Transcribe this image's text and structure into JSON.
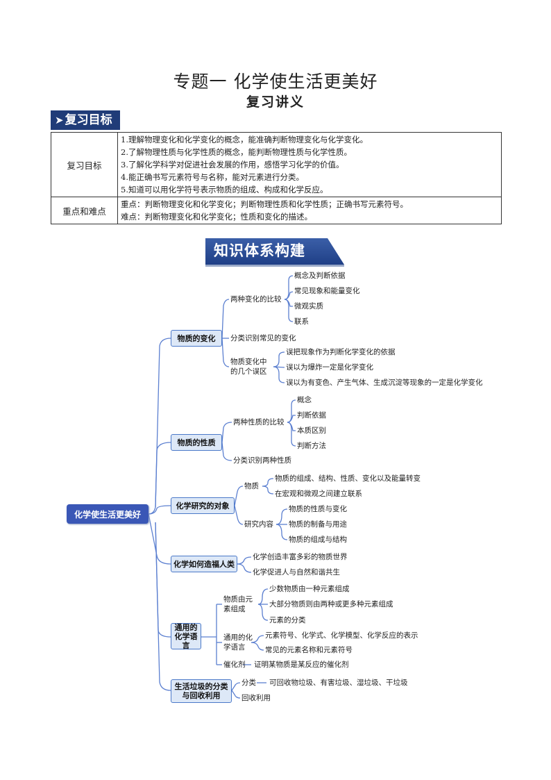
{
  "title": "专题一   化学使生活更美好",
  "subtitle": "复习讲义",
  "goals_banner": "复习目标",
  "goals_table": {
    "row1_header": "复习目标",
    "row1_items": [
      "1.理解物理变化和化学变化的概念，能准确判断物理变化与化学变化。",
      "2.了解物理性质与化学性质的概念，能判断物理性质与化学性质。",
      "3.了解化学科学对促进社会发展的作用，感悟学习化学的价值。",
      "4.能正确书写元素符号与名称，能对元素进行分类。",
      "5.知道可以用化学符号表示物质的组成、构成和化学反应。"
    ],
    "row2_header": "重点和难点",
    "row2_items": [
      "重点：判断物理变化和化学变化；判断物理性质和化学性质；正确书写元素符号。",
      "难点：判断物理变化和化学变化；性质和变化的描述。"
    ]
  },
  "knowledge_banner": "知识体系构建",
  "mindmap": {
    "root": "化学使生活更美好",
    "branches": [
      {
        "label": "物质的变化",
        "children": [
          {
            "label": "两种变化的比较",
            "items": [
              "概念及判断依据",
              "常见现象和能量变化",
              "微观实质",
              "联系"
            ]
          },
          {
            "label": "分类识别常见的变化"
          },
          {
            "label": "物质变化中的几个误区",
            "items": [
              "误把现象作为判断化学变化的依据",
              "误以为爆炸一定是化学变化",
              "误以为有变色、产生气体、生成沉淀等现象的一定是化学变化"
            ]
          }
        ]
      },
      {
        "label": "物质的性质",
        "children": [
          {
            "label": "两种性质的比较",
            "items": [
              "概念",
              "判断依据",
              "本质区别",
              "判断方法"
            ]
          },
          {
            "label": "分类识别两种性质"
          }
        ]
      },
      {
        "label": "化学研究的对象",
        "children": [
          {
            "label": "物质",
            "items": [
              "物质的组成、结构、性质、变化以及能量转变",
              "在宏观和微观之间建立联系"
            ]
          },
          {
            "label": "研究内容",
            "items": [
              "物质的性质与变化",
              "物质的制备与用途",
              "物质的组成与结构"
            ]
          }
        ]
      },
      {
        "label": "化学如何造福人类",
        "children": [
          {
            "label": "化学创造丰富多彩的物质世界"
          },
          {
            "label": "化学促进人与自然和谐共生"
          }
        ]
      },
      {
        "label": "通用的化学语言",
        "children": [
          {
            "label": "物质由元素组成",
            "items": [
              "少数物质由一种元素组成",
              "大部分物质则由两种或更多种元素组成",
              "元素的分类"
            ]
          },
          {
            "label": "通用的化学语言",
            "items": [
              "元素符号、化学式、化学模型、化学反应的表示",
              "常见的元素名称和元素符号"
            ]
          },
          {
            "label": "催化剂",
            "items": [
              "证明某物质是某反应的催化剂"
            ]
          }
        ]
      },
      {
        "label": "生活垃圾的分类与回收利用",
        "children": [
          {
            "label": "分类",
            "items": [
              "可回收物垃圾、有害垃圾、湿垃圾、干垃圾"
            ]
          },
          {
            "label": "回收利用"
          }
        ]
      }
    ]
  },
  "colors": {
    "banner": "#203c78",
    "line": "#5b7fd0",
    "root": "#3a57b6",
    "box_fill": "#dde8f7",
    "box_border": "#4a78c8"
  }
}
